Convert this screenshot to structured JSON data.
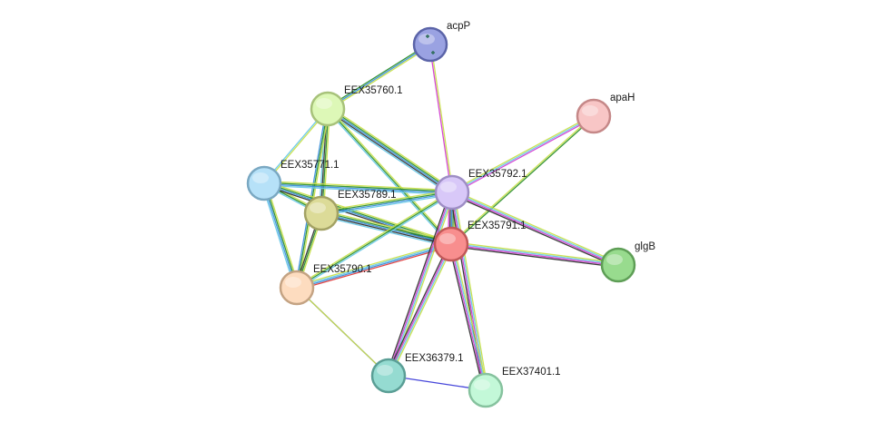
{
  "network": {
    "nodes": [
      {
        "id": "acpP",
        "label": "acpP",
        "fill": "#9aa2e2",
        "stroke": "#5b64a8"
      },
      {
        "id": "EEX35760.1",
        "label": "EEX35760.1",
        "fill": "#ddf8b7",
        "stroke": "#a7c27a"
      },
      {
        "id": "apaH",
        "label": "apaH",
        "fill": "#f8c6c6",
        "stroke": "#c58888"
      },
      {
        "id": "EEX35771.1",
        "label": "EEX35771.1",
        "fill": "#b6e1f8",
        "stroke": "#7aa8c2"
      },
      {
        "id": "EEX35792.1",
        "label": "EEX35792.1",
        "fill": "#d8c8f8",
        "stroke": "#9e8ec5"
      },
      {
        "id": "EEX35789.1",
        "label": "EEX35789.1",
        "fill": "#dcdb98",
        "stroke": "#a3a264"
      },
      {
        "id": "EEX35791.1",
        "label": "EEX35791.1",
        "fill": "#f88e8e",
        "stroke": "#c05858"
      },
      {
        "id": "glgB",
        "label": "glgB",
        "fill": "#98db8e",
        "stroke": "#5e9e56"
      },
      {
        "id": "EEX35790.1",
        "label": "EEX35790.1",
        "fill": "#fddcbf",
        "stroke": "#c4a383"
      },
      {
        "id": "EEX36379.1",
        "label": "EEX36379.1",
        "fill": "#95dbd1",
        "stroke": "#5a9e95"
      },
      {
        "id": "EEX37401.1",
        "label": "EEX37401.1",
        "fill": "#c3f8d8",
        "stroke": "#86c29e"
      }
    ],
    "edges": [
      {
        "source": "acpP",
        "target": "EEX35760.1",
        "colors": [
          "#c8e04a",
          "#3c8fdb",
          "#2d8f2d"
        ]
      },
      {
        "source": "acpP",
        "target": "EEX35792.1",
        "colors": [
          "#c8e04a",
          "#d23ed2"
        ]
      },
      {
        "source": "EEX35760.1",
        "target": "EEX35771.1",
        "colors": [
          "#c8e04a",
          "#69c8e8"
        ]
      },
      {
        "source": "EEX35760.1",
        "target": "EEX35789.1",
        "colors": [
          "#c8e04a",
          "#2d8f2d",
          "#333333",
          "#69c8e8"
        ]
      },
      {
        "source": "EEX35760.1",
        "target": "EEX35790.1",
        "colors": [
          "#c8e04a",
          "#2d8f2d",
          "#3c8fdb"
        ]
      },
      {
        "source": "EEX35760.1",
        "target": "EEX35792.1",
        "colors": [
          "#c8e04a",
          "#2d8f2d",
          "#3c8fdb",
          "#333333",
          "#69c8e8"
        ]
      },
      {
        "source": "EEX35760.1",
        "target": "EEX35791.1",
        "colors": [
          "#c8e04a",
          "#2d8f2d",
          "#69c8e8"
        ]
      },
      {
        "source": "EEX35771.1",
        "target": "EEX35789.1",
        "colors": [
          "#c8e04a",
          "#2d8f2d",
          "#69c8e8"
        ]
      },
      {
        "source": "EEX35771.1",
        "target": "EEX35790.1",
        "colors": [
          "#c8e04a",
          "#2d8f2d",
          "#3c8fdb",
          "#69c8e8"
        ]
      },
      {
        "source": "EEX35771.1",
        "target": "EEX35792.1",
        "colors": [
          "#c8e04a",
          "#2d8f2d",
          "#3c8fdb",
          "#69c8e8"
        ]
      },
      {
        "source": "EEX35771.1",
        "target": "EEX35791.1",
        "colors": [
          "#c8e04a",
          "#2d8f2d",
          "#3c8fdb",
          "#333333"
        ]
      },
      {
        "source": "EEX35789.1",
        "target": "EEX35790.1",
        "colors": [
          "#c8e04a",
          "#2d8f2d",
          "#333333"
        ]
      },
      {
        "source": "EEX35789.1",
        "target": "EEX35792.1",
        "colors": [
          "#c8e04a",
          "#2d8f2d",
          "#3c8fdb",
          "#69c8e8"
        ]
      },
      {
        "source": "EEX35789.1",
        "target": "EEX35791.1",
        "colors": [
          "#c8e04a",
          "#2d8f2d",
          "#3c8fdb",
          "#333333",
          "#69c8e8"
        ]
      },
      {
        "source": "EEX35790.1",
        "target": "EEX35792.1",
        "colors": [
          "#c8e04a",
          "#2d8f2d",
          "#69c8e8"
        ]
      },
      {
        "source": "EEX35790.1",
        "target": "EEX35791.1",
        "colors": [
          "#c8e04a",
          "#69c8e8",
          "#3c8fdb",
          "#e03c3c"
        ]
      },
      {
        "source": "EEX35790.1",
        "target": "EEX36379.1",
        "colors": [
          "#3c3cd8"
        ]
      },
      {
        "source": "EEX35790.1",
        "target": "EEX36379.1",
        "colors": [
          "#c8e04a"
        ]
      },
      {
        "source": "EEX35792.1",
        "target": "apaH",
        "colors": [
          "#c8e04a",
          "#69c8e8",
          "#d23ed2"
        ]
      },
      {
        "source": "EEX35791.1",
        "target": "apaH",
        "colors": [
          "#c8e04a",
          "#2d8f2d"
        ]
      },
      {
        "source": "EEX35792.1",
        "target": "glgB",
        "colors": [
          "#c8e04a",
          "#69c8e8",
          "#d23ed2",
          "#333333"
        ]
      },
      {
        "source": "EEX35791.1",
        "target": "glgB",
        "colors": [
          "#c8e04a",
          "#69c8e8",
          "#d23ed2",
          "#333333"
        ]
      },
      {
        "source": "EEX35792.1",
        "target": "EEX35791.1",
        "colors": [
          "#c8e04a",
          "#2d8f2d",
          "#3c8fdb",
          "#333333",
          "#d23ed2"
        ]
      },
      {
        "source": "EEX35792.1",
        "target": "EEX36379.1",
        "colors": [
          "#c8e04a",
          "#69c8e8",
          "#d23ed2",
          "#333333"
        ]
      },
      {
        "source": "EEX35792.1",
        "target": "EEX37401.1",
        "colors": [
          "#c8e04a",
          "#69c8e8",
          "#d23ed2",
          "#333333"
        ]
      },
      {
        "source": "EEX35791.1",
        "target": "EEX36379.1",
        "colors": [
          "#c8e04a",
          "#69c8e8",
          "#d23ed2",
          "#333333"
        ]
      },
      {
        "source": "EEX35791.1",
        "target": "EEX37401.1",
        "colors": [
          "#c8e04a",
          "#69c8e8",
          "#d23ed2",
          "#333333"
        ]
      },
      {
        "source": "EEX36379.1",
        "target": "EEX37401.1",
        "colors": [
          "#3c3cd8"
        ]
      }
    ]
  }
}
